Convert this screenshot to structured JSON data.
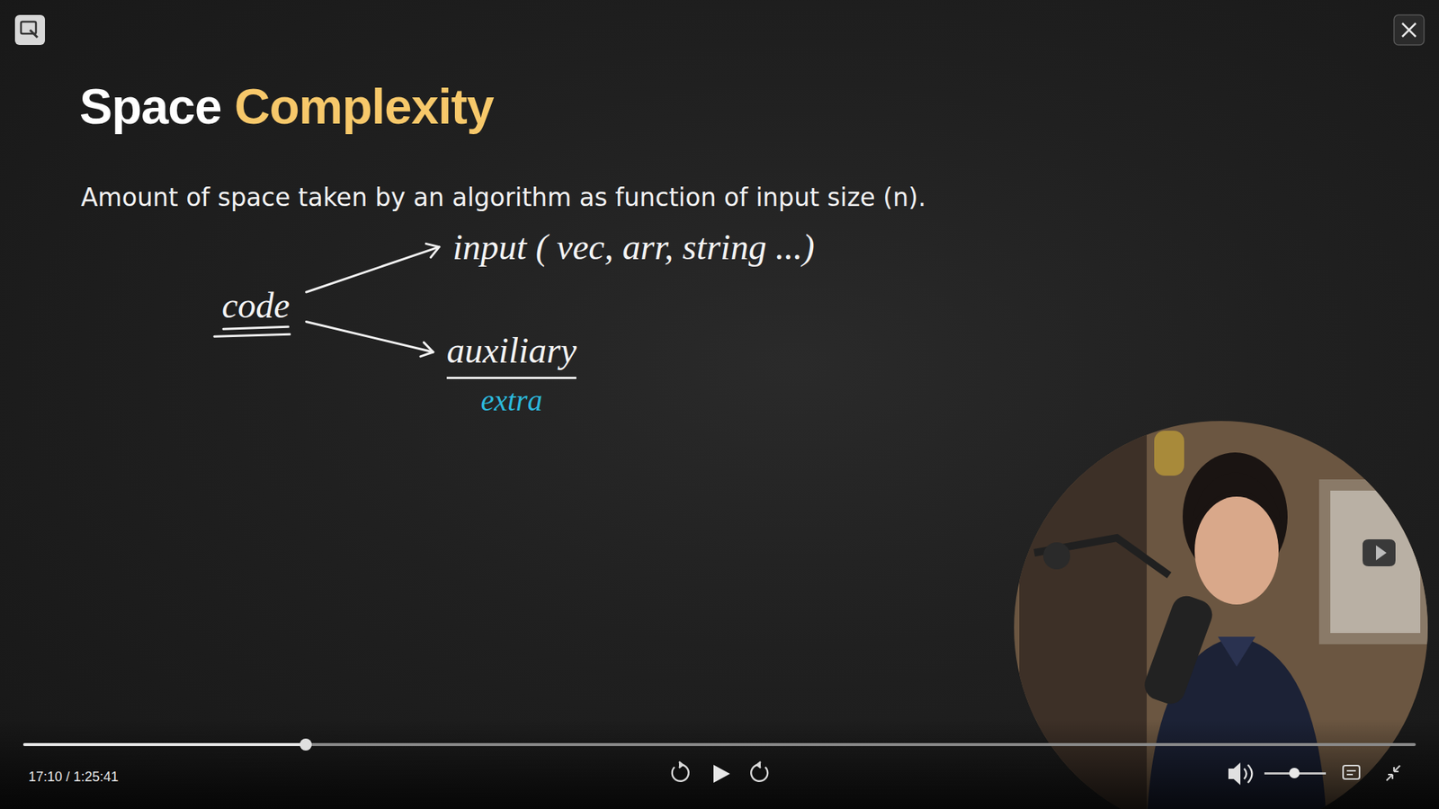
{
  "diagram": {
    "title": "Space Complexity",
    "nodes": [
      {
        "text": [
          "code"
        ]
      },
      {
        "text": [
          "input ( vec, arr, string ...)"
        ]
      },
      {
        "text": [
          "auxiliary",
          "extra"
        ]
      }
    ],
    "edges": [
      {
        "from": 0,
        "to": 1,
        "arrow": "to"
      },
      {
        "from": 0,
        "to": 2,
        "arrow": "to"
      }
    ],
    "labels": [
      "Amount of space taken by an algorithm as function of input size (n).",
      "17:10 / 1:25:41"
    ]
  }
}
